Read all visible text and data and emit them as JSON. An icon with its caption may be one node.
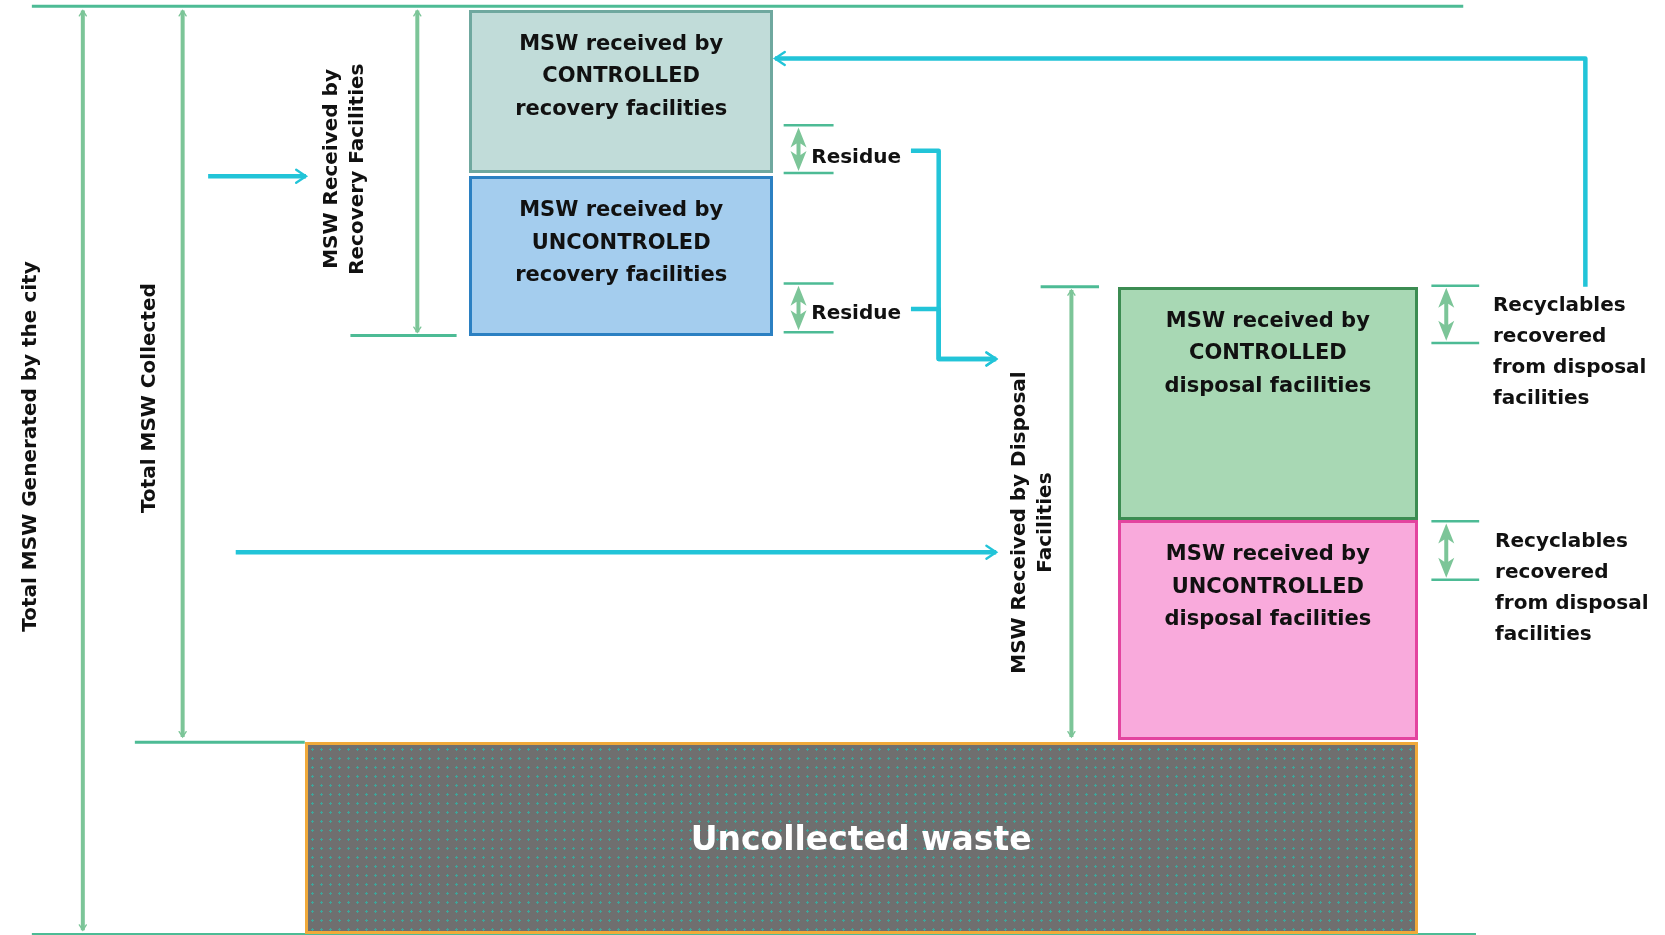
{
  "diagram": {
    "nodes": [
      {
        "text": [
          "MSW Received by Recovery Facilities"
        ]
      },
      {
        "text": [
          "MSW received by CONTROLLED recovery facilities"
        ]
      },
      {
        "text": [
          "MSW received by UNCONTROLED recovery facilities"
        ]
      },
      {
        "text": [
          "Residue"
        ]
      },
      {
        "text": [
          "Residue"
        ]
      },
      {
        "text": [
          "MSW Received by Disposal Facilities"
        ]
      },
      {
        "text": [
          "MSW received by CONTROLLED disposal facilities"
        ]
      },
      {
        "text": [
          "MSW received by UNCONTROLLED disposal facilities"
        ]
      },
      {
        "text": [
          "Recyclables recovered from disposal facilities"
        ]
      },
      {
        "text": [
          "Uncollected waste"
        ]
      }
    ],
    "edges": [
      {
        "from": null,
        "to": 0,
        "arrow": "to"
      },
      {
        "from": null,
        "to": 5,
        "arrow": "to"
      },
      {
        "from": 3,
        "to": 5,
        "arrow": "to"
      },
      {
        "from": 4,
        "to": 5,
        "arrow": "to"
      },
      {
        "from": 8,
        "to": 1,
        "arrow": "to"
      }
    ],
    "labels": [
      "Total MSW Generated by the city",
      "Total MSW Collected",
      "Recyclables recovered from disposal facilities"
    ]
  }
}
